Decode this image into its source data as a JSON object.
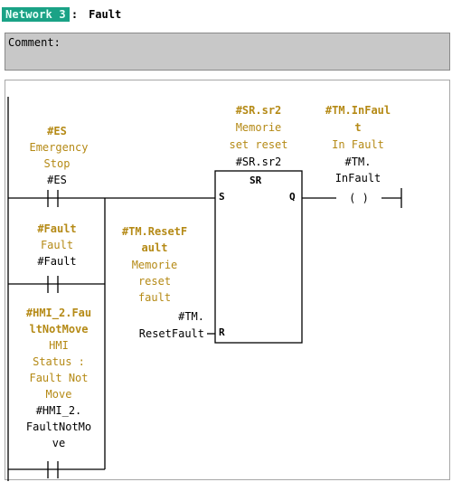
{
  "network": {
    "badge": "Network 3",
    "colon": ":",
    "title": "Fault"
  },
  "comment": {
    "label": "Comment:"
  },
  "contacts": {
    "es": {
      "symbol": "#ES",
      "desc1": "Emergency",
      "desc2": "Stop",
      "operand": "#ES"
    },
    "fault": {
      "symbol": "#Fault",
      "desc": "Fault",
      "operand": "#Fault"
    },
    "hmi": {
      "symbol1": "#HMI_2.Fau",
      "symbol2": "ltNotMove",
      "desc1": "HMI",
      "desc2": "Status :",
      "desc3": "Fault Not",
      "desc4": "Move",
      "operand1": "#HMI_2.",
      "operand2": "FaultNotMo",
      "operand3": "ve"
    }
  },
  "sr_block": {
    "title1": "#SR.sr2",
    "desc1": "Memorie",
    "desc2": "set reset",
    "instance": "#SR.sr2",
    "label": "SR",
    "pin_s": "S",
    "pin_q": "Q",
    "pin_r": "R"
  },
  "reset_input": {
    "symbol1": "#TM.ResetF",
    "symbol2": "ault",
    "desc1": "Memorie",
    "desc2": "reset",
    "desc3": "fault",
    "operand1": "#TM.",
    "operand2": "ResetFault"
  },
  "coil": {
    "symbol1": "#TM.InFaul",
    "symbol2": "t",
    "desc": "In Fault",
    "operand1": "#TM.",
    "operand2": "InFault",
    "glyph": "( )"
  },
  "colors": {
    "network_badge": "#1aa286",
    "symbol": "#b58a16",
    "comment_bg": "#c8c8c8"
  }
}
